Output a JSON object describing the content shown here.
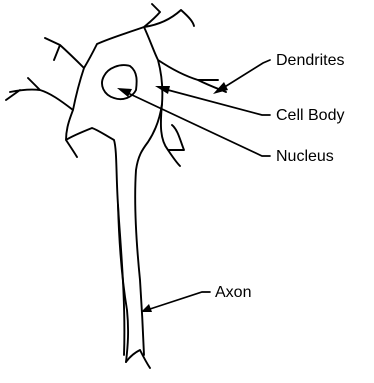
{
  "labels": {
    "dendrites": "Dendrites",
    "cell_body": "Cell Body",
    "nucleus": "Nucleus",
    "axon": "Axon"
  },
  "colors": {
    "ink": "#000000",
    "background": "#ffffff"
  }
}
